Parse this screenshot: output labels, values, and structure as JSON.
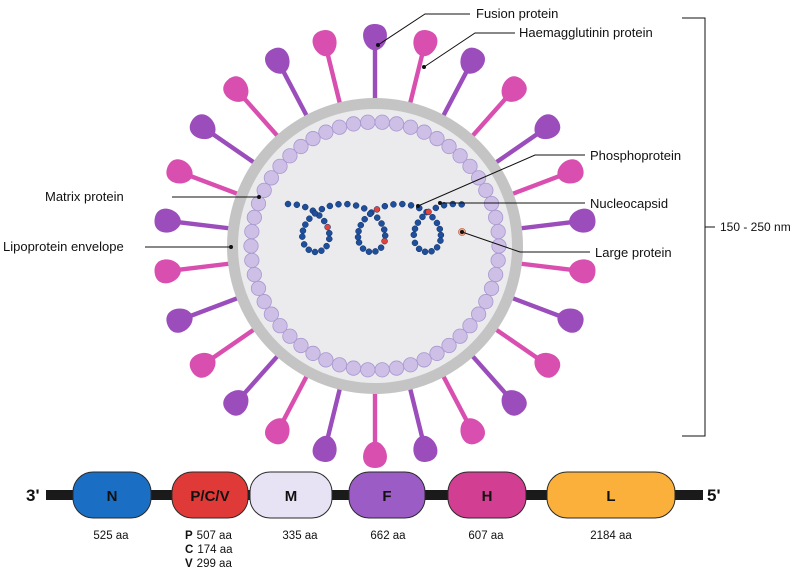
{
  "virion": {
    "labels": {
      "fusion_protein": "Fusion protein",
      "haemagglutinin_protein": "Haemagglutinin protein",
      "phosphoprotein": "Phosphoprotein",
      "nucleocapsid": "Nucleocapsid",
      "large_protein": "Large protein",
      "matrix_protein": "Matrix protein",
      "lipoprotein_envelope": "Lipoprotein envelope"
    },
    "size_label": "150 - 250 nm",
    "colors": {
      "spike_purple": "#9b4dbb",
      "spike_magenta": "#d94fb0",
      "envelope": "#bdbdbd",
      "matrix": "#cdbfe6",
      "nucleocapsid": "#1f4f9a",
      "phospho_marker": "#e0443a"
    }
  },
  "genome": {
    "end_left": "3'",
    "end_right": "5'",
    "genes": [
      {
        "label": "N",
        "color": "#1a6fc4"
      },
      {
        "label": "P/C/V",
        "color": "#e03a38"
      },
      {
        "label": "M",
        "color": "#e8e2f5"
      },
      {
        "label": "F",
        "color": "#9b5cc6"
      },
      {
        "label": "H",
        "color": "#d23f92"
      },
      {
        "label": "L",
        "color": "#fbb03b"
      }
    ],
    "sizes": {
      "n": "525 aa",
      "pcv": [
        {
          "name": "P",
          "value": "507 aa"
        },
        {
          "name": "C",
          "value": "174 aa"
        },
        {
          "name": "V",
          "value": "299 aa"
        }
      ],
      "m": "335 aa",
      "f": "662 aa",
      "h": "607 aa",
      "l": "2184 aa"
    }
  }
}
